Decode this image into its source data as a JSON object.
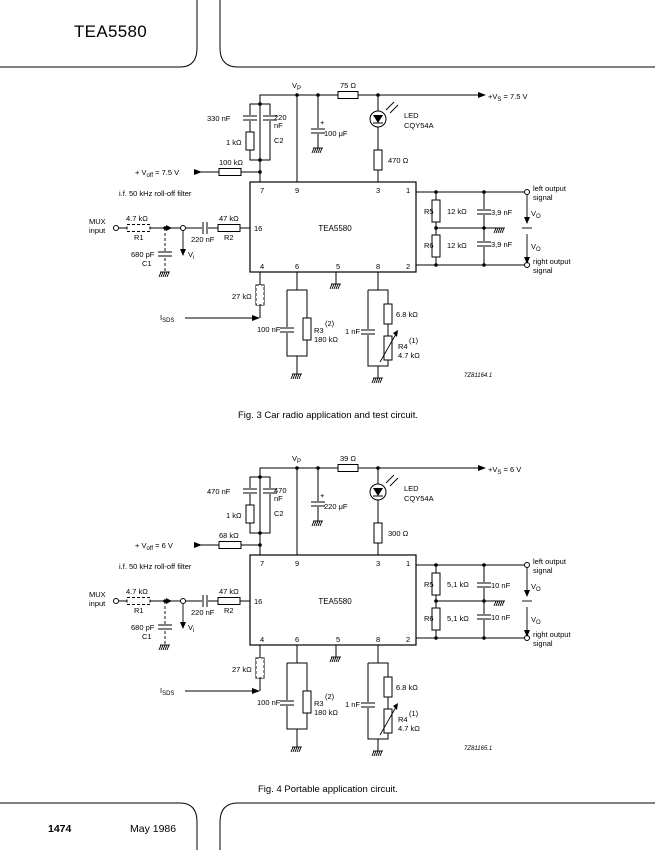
{
  "header": {
    "title": "TEA5580"
  },
  "footer": {
    "page_number": "1474",
    "date": "May 1986"
  },
  "fig3": {
    "caption": "Fig. 3  Car radio application and test circuit.",
    "code": "7Z81164.1",
    "ic_label": "TEA5580",
    "vp": "V",
    "vp_sub": "P",
    "vs_pre": "+V",
    "vs_sub": "S",
    "vs_post": " = 7.5 V",
    "r_series": "75 Ω",
    "led_title": "LED",
    "led_part": "CQY54A",
    "c_filter": "100 μF",
    "r_led": "470 Ω",
    "c_c2_left": "330 nF",
    "c_c2_val1": "220",
    "c_c2_val2": "nF",
    "c_c2_name": "C2",
    "r_1k": "1 kΩ",
    "voff_pre": "+ V",
    "voff_sub": "off",
    "voff_post": " = 7.5 V",
    "r_voff": "100 kΩ",
    "filter_note": "i.f. 50 kHz roll-off filter",
    "mux1": "MUX",
    "mux2": "input",
    "r1_val": "4.7 kΩ",
    "r1_name": "R1",
    "c_220": "220 nF",
    "r2_val": "47 kΩ",
    "r2_name": "R2",
    "c1_val": "680 pF",
    "c1_name": "C1",
    "vi": "V",
    "vi_sub": "i",
    "r5_name": "R5",
    "r5_val": "12 kΩ",
    "r6_name": "R6",
    "r6_val": "12 kΩ",
    "c_out1": "3,9 nF",
    "c_out2": "3,9 nF",
    "vo": "V",
    "vo_sub": "O",
    "left_out1": "left output",
    "left_out2": "signal",
    "right_out1": "right output",
    "right_out2": "signal",
    "r_27k": "27 kΩ",
    "isds": "I",
    "isds_sub": "SDS",
    "c_100n": "100 nF",
    "r3_name": "R3",
    "r3_note": "(2)",
    "r3_val": "180 kΩ",
    "c_1n": "1 nF",
    "r_68k": "6.8 kΩ",
    "r4_name": "R4",
    "r4_note": "(1)",
    "r4_val": "4.7 kΩ",
    "pins": {
      "p7": "7",
      "p9": "9",
      "p3": "3",
      "p1": "1",
      "p16": "16",
      "p4": "4",
      "p6": "6",
      "p5": "5",
      "p8": "8",
      "p2": "2"
    }
  },
  "fig4": {
    "caption": "Fig. 4  Portable application circuit.",
    "code": "7Z81165.1",
    "ic_label": "TEA5580",
    "vp": "V",
    "vp_sub": "P",
    "vs_pre": "+V",
    "vs_sub": "S",
    "vs_post": " = 6 V",
    "r_series": "39 Ω",
    "led_title": "LED",
    "led_part": "CQY54A",
    "c_filter": "220 μF",
    "r_led": "300 Ω",
    "c_c2_left": "470 nF",
    "c_c2_val1": "470",
    "c_c2_val2": "nF",
    "c_c2_name": "C2",
    "r_1k": "1 kΩ",
    "voff_pre": "+ V",
    "voff_sub": "off",
    "voff_post": " = 6 V",
    "r_voff": "68 kΩ",
    "filter_note": "i.f. 50 kHz roll-off filter",
    "mux1": "MUX",
    "mux2": "input",
    "r1_val": "4.7 kΩ",
    "r1_name": "R1",
    "c_220": "220 nF",
    "r2_val": "47 kΩ",
    "r2_name": "R2",
    "c1_val": "680 pF",
    "c1_name": "C1",
    "vi": "V",
    "vi_sub": "i",
    "r5_name": "R5",
    "r5_val": "5,1 kΩ",
    "r6_name": "R6",
    "r6_val": "5,1 kΩ",
    "c_out1": "10 nF",
    "c_out2": "10 nF",
    "vo": "V",
    "vo_sub": "O",
    "left_out1": "left output",
    "left_out2": "signal",
    "right_out1": "right output",
    "right_out2": "signal",
    "r_27k": "27 kΩ",
    "isds": "I",
    "isds_sub": "SDS",
    "c_100n": "100 nF",
    "r3_name": "R3",
    "r3_note": "(2)",
    "r3_val": "180 kΩ",
    "c_1n": "1 nF",
    "r_68k": "6.8 kΩ",
    "r4_name": "R4",
    "r4_note": "(1)",
    "r4_val": "4.7 kΩ",
    "pins": {
      "p7": "7",
      "p9": "9",
      "p3": "3",
      "p1": "1",
      "p16": "16",
      "p4": "4",
      "p6": "6",
      "p5": "5",
      "p8": "8",
      "p2": "2"
    }
  }
}
